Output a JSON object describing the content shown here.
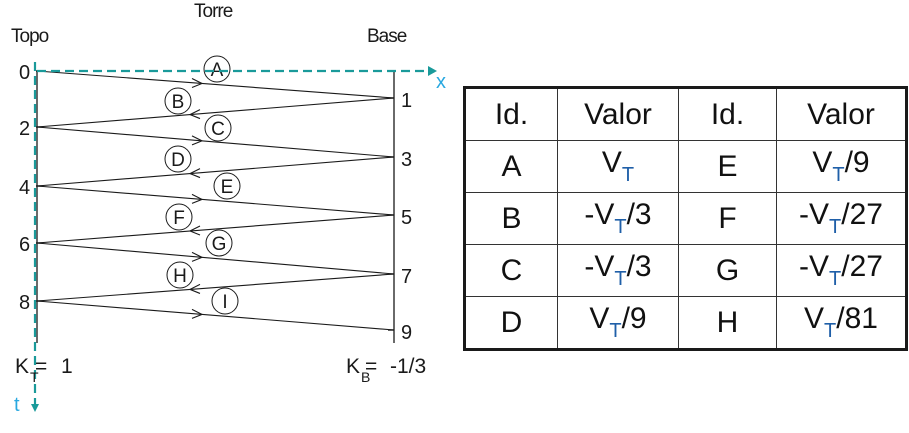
{
  "diagram": {
    "title": "Torre",
    "left_label": "Topo",
    "right_label": "Base",
    "x_axis_label": "x",
    "t_axis_label": "t",
    "axis_color": "#1a9a9a",
    "axis_label_color": "#29a8e0",
    "left_nodes": [
      "0",
      "2",
      "4",
      "6",
      "8"
    ],
    "right_nodes": [
      "1",
      "3",
      "5",
      "7",
      "9"
    ],
    "waves": [
      {
        "id": "A",
        "from": "0",
        "to": "1",
        "direction": "right"
      },
      {
        "id": "B",
        "from": "1",
        "to": "2",
        "direction": "left"
      },
      {
        "id": "C",
        "from": "2",
        "to": "3",
        "direction": "right"
      },
      {
        "id": "D",
        "from": "3",
        "to": "4",
        "direction": "left"
      },
      {
        "id": "E",
        "from": "4",
        "to": "5",
        "direction": "right"
      },
      {
        "id": "F",
        "from": "5",
        "to": "6",
        "direction": "left"
      },
      {
        "id": "G",
        "from": "6",
        "to": "7",
        "direction": "right"
      },
      {
        "id": "H",
        "from": "7",
        "to": "8",
        "direction": "left"
      },
      {
        "id": "I",
        "from": "8",
        "to": "9",
        "direction": "right"
      }
    ],
    "k_top": {
      "symbol": "K",
      "sub": "T",
      "eq": "=",
      "value": "1"
    },
    "k_base": {
      "symbol": "K",
      "sub": "B",
      "eq": "=",
      "value": "-1/3"
    }
  },
  "table": {
    "headers": [
      "Id.",
      "Valor",
      "Id.",
      "Valor"
    ],
    "rows": [
      [
        {
          "id": "A"
        },
        {
          "pre": "V",
          "sub": "T",
          "post": ""
        },
        {
          "id": "E"
        },
        {
          "pre": "V",
          "sub": "T",
          "post": "/9"
        }
      ],
      [
        {
          "id": "B"
        },
        {
          "pre": "-V",
          "sub": "T",
          "post": "/3"
        },
        {
          "id": "F"
        },
        {
          "pre": "-V",
          "sub": "T",
          "post": "/27"
        }
      ],
      [
        {
          "id": "C"
        },
        {
          "pre": "-V",
          "sub": "T",
          "post": "/3"
        },
        {
          "id": "G"
        },
        {
          "pre": "-V",
          "sub": "T",
          "post": "/27"
        }
      ],
      [
        {
          "id": "D"
        },
        {
          "pre": "V",
          "sub": "T",
          "post": "/9"
        },
        {
          "id": "H"
        },
        {
          "pre": "V",
          "sub": "T",
          "post": "/81"
        }
      ]
    ],
    "subscript_color": "#1f5fa8"
  }
}
